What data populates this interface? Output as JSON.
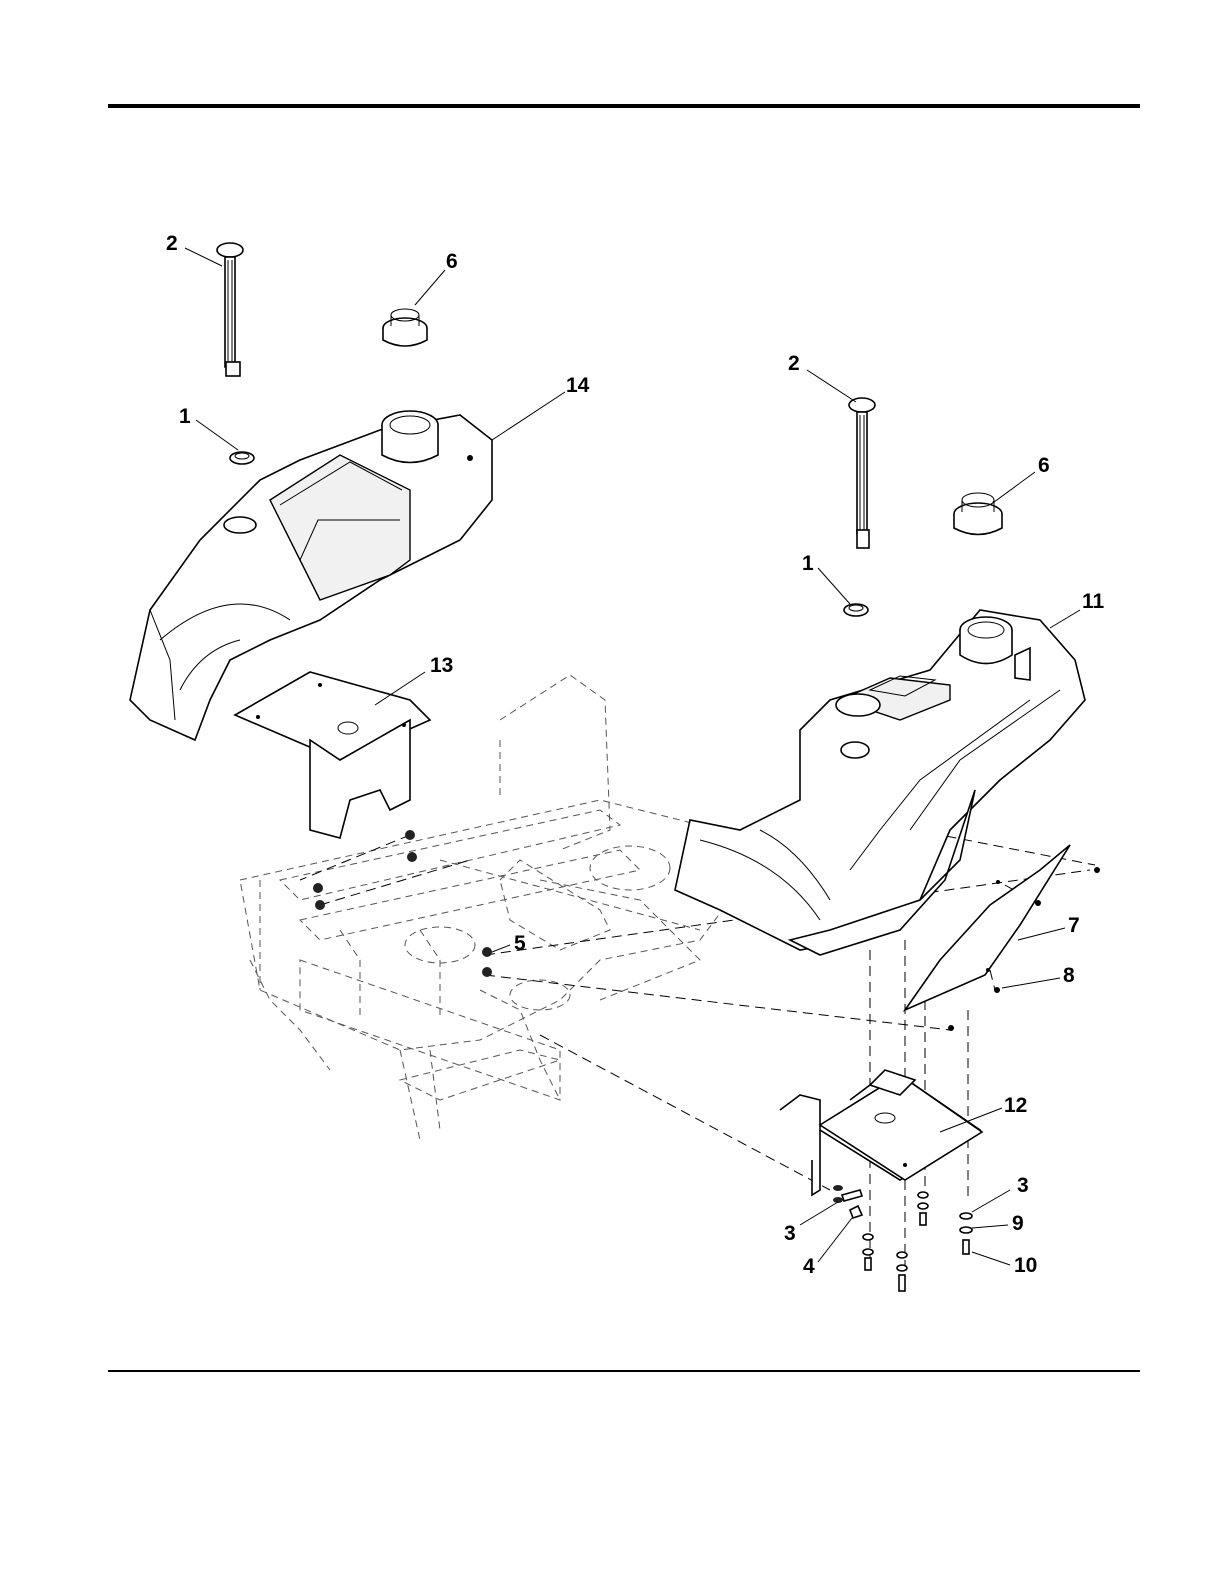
{
  "callouts": [
    {
      "id": "c2a",
      "label": "2"
    },
    {
      "id": "c6a",
      "label": "6"
    },
    {
      "id": "c14",
      "label": "14"
    },
    {
      "id": "c1a",
      "label": "1"
    },
    {
      "id": "c13",
      "label": "13"
    },
    {
      "id": "c2b",
      "label": "2"
    },
    {
      "id": "c6b",
      "label": "6"
    },
    {
      "id": "c1b",
      "label": "1"
    },
    {
      "id": "c11",
      "label": "11"
    },
    {
      "id": "c5",
      "label": "5"
    },
    {
      "id": "c7",
      "label": "7"
    },
    {
      "id": "c8",
      "label": "8"
    },
    {
      "id": "c12",
      "label": "12"
    },
    {
      "id": "c3a",
      "label": "3"
    },
    {
      "id": "c9",
      "label": "9"
    },
    {
      "id": "c3b",
      "label": "3"
    },
    {
      "id": "c4",
      "label": "4"
    },
    {
      "id": "c10",
      "label": "10"
    }
  ]
}
